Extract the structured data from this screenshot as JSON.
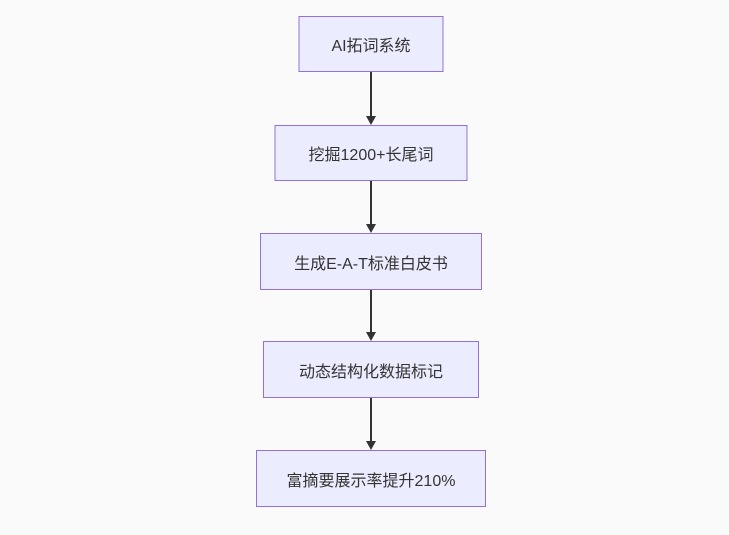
{
  "diagram": {
    "type": "flowchart",
    "direction": "top-down",
    "colors": {
      "background": "#fafafa",
      "node_fill": "#ececff",
      "node_border": "#9370db",
      "arrow": "#333333",
      "text": "#333333"
    },
    "nodes": [
      {
        "label": "AI拓词系统"
      },
      {
        "label": "挖掘1200+长尾词"
      },
      {
        "label": "生成E-A-T标准白皮书"
      },
      {
        "label": "动态结构化数据标记"
      },
      {
        "label": "富摘要展示率提升210%"
      }
    ],
    "edges": [
      {
        "from": 0,
        "to": 1,
        "style": "arrow-down"
      },
      {
        "from": 1,
        "to": 2,
        "style": "arrow-down"
      },
      {
        "from": 2,
        "to": 3,
        "style": "arrow-down"
      },
      {
        "from": 3,
        "to": 4,
        "style": "arrow-down"
      }
    ]
  }
}
